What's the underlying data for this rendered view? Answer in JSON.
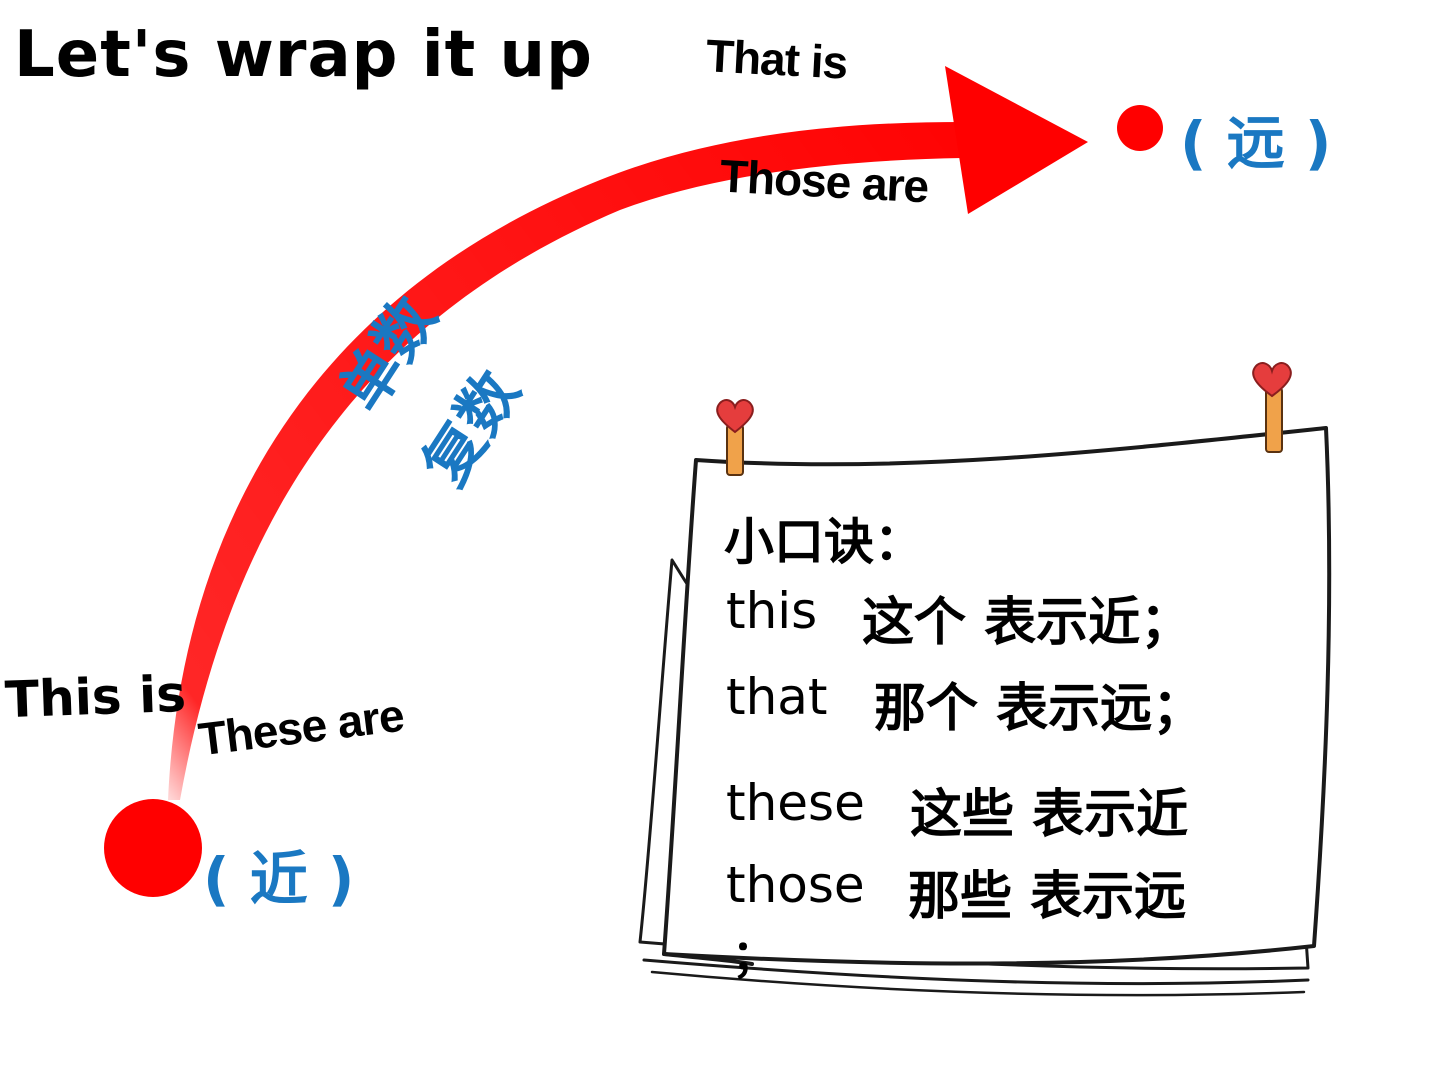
{
  "title": "Let's wrap it up",
  "arrow": {
    "color": "#ff0000",
    "near_labels": {
      "singular": "This is",
      "plural": "These are"
    },
    "far_labels": {
      "singular": "That is",
      "plural": "Those are"
    },
    "number_labels": {
      "singular": "单数",
      "plural": "复数"
    }
  },
  "near_marker": {
    "label": "( 近 )",
    "color": "#ff0000"
  },
  "far_marker": {
    "label": "( 远 )",
    "color": "#ff0000"
  },
  "accent_color": "#1a78c2",
  "note": {
    "heading": "小口诀：",
    "lines": [
      {
        "word": "this",
        "meaning": "这个 表示近；"
      },
      {
        "word": "that",
        "meaning": "那个 表示远；"
      },
      {
        "word": "these",
        "meaning": "这些 表示近"
      },
      {
        "word": "those",
        "meaning": "那些 表示远"
      }
    ],
    "trailing_mark": "；"
  }
}
